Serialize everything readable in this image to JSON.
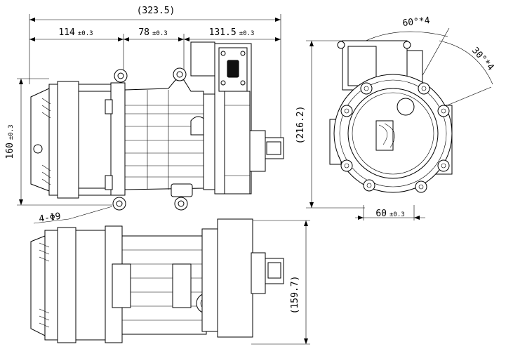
{
  "dimensions": {
    "overall_length": "(323.5)",
    "seg1": {
      "value": "114",
      "tol": "±0.3"
    },
    "seg2": {
      "value": "78",
      "tol": "±0.3"
    },
    "seg3": {
      "value": "131.5",
      "tol": "±0.3"
    },
    "height": {
      "value": "160",
      "tol": "±0.3"
    },
    "holes": "4-Φ9",
    "end_height": "(216.2)",
    "end_width": {
      "value": "60",
      "tol": "±0.3"
    },
    "angle1": "60°*4",
    "angle2": "30°*4",
    "bottom_height": "(159.7)"
  }
}
